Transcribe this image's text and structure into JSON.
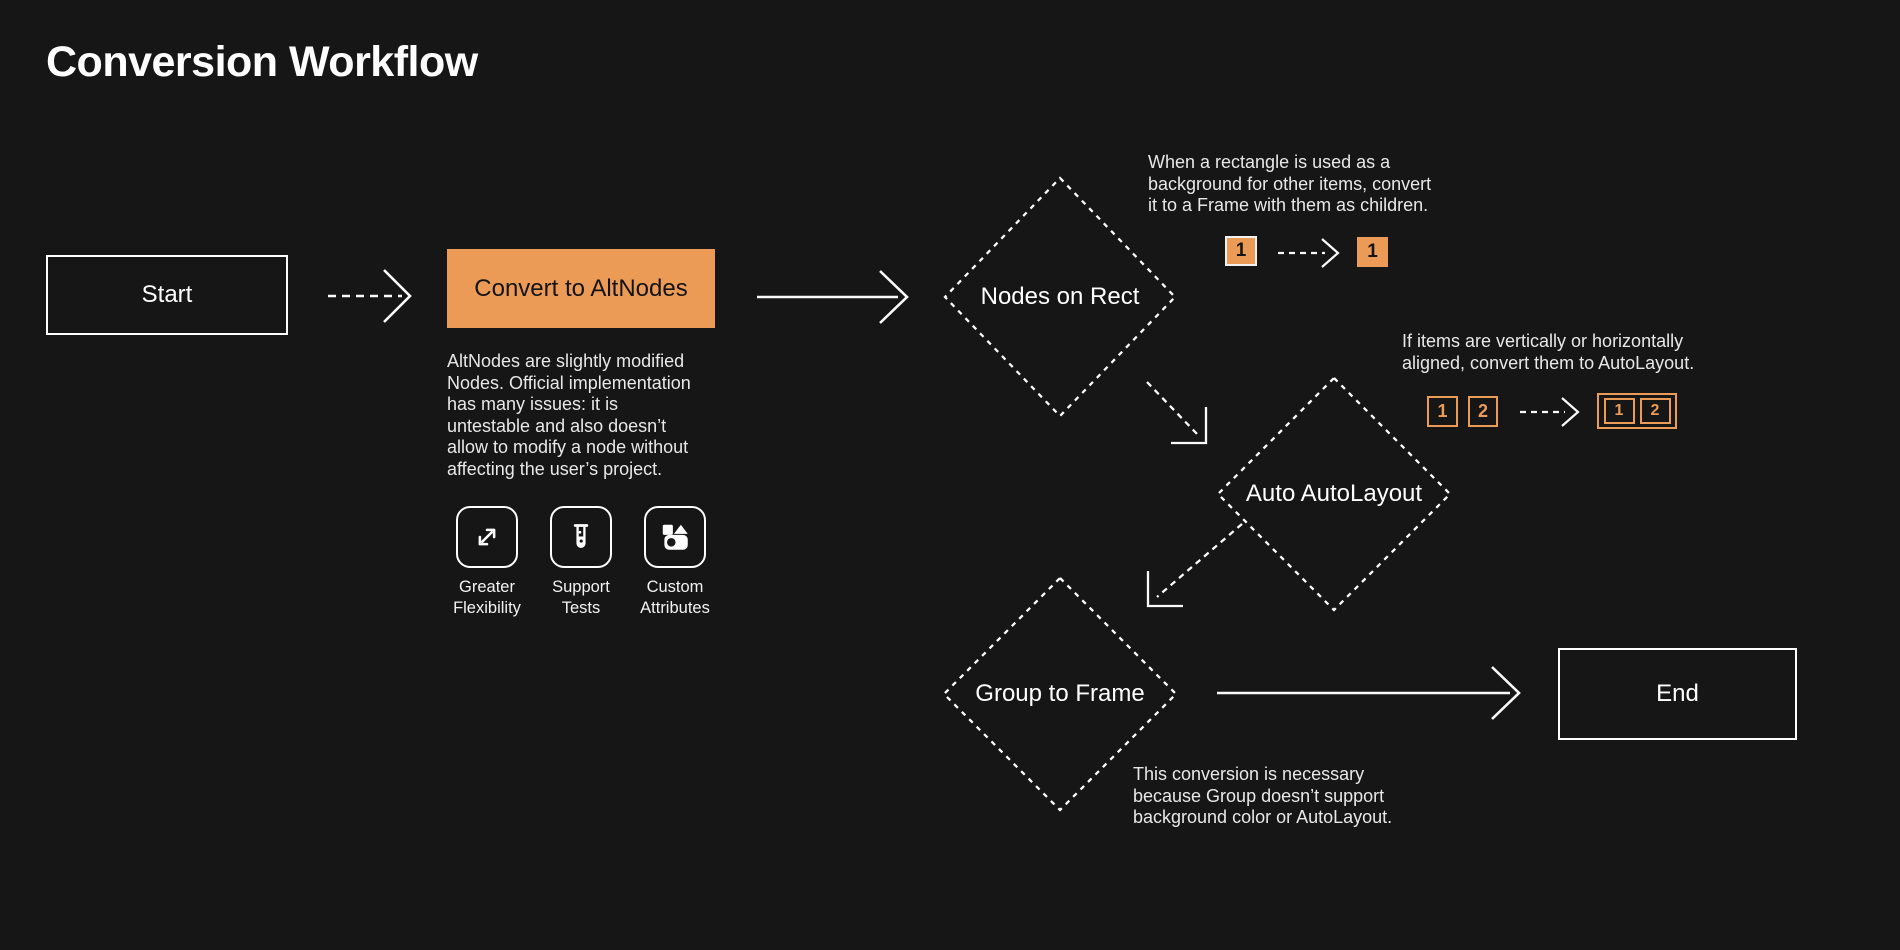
{
  "title": "Conversion Workflow",
  "colors": {
    "background": "#161616",
    "orange": "#EC9B57",
    "stroke": "#FFFFFF"
  },
  "flow": {
    "start": {
      "label": "Start"
    },
    "convert": {
      "label": "Convert to AltNodes",
      "description": "AltNodes are slightly modified\nNodes. Official implementation\nhas many issues: it is\nuntestable and also doesn’t\nallow to modify a node without\naffecting the user’s project."
    },
    "features": [
      {
        "icon": "expand-arrows-icon",
        "label": "Greater\nFlexibility"
      },
      {
        "icon": "test-tube-icon",
        "label": "Support\nTests"
      },
      {
        "icon": "shapes-icon",
        "label": "Custom\nAttributes"
      }
    ],
    "nodes_on_rect": {
      "label": "Nodes on Rect",
      "note": "When a rectangle is used as a\nbackground for other items, convert\nit to a Frame with them as children.",
      "example": {
        "before": "1",
        "after": "1"
      }
    },
    "auto_autolayout": {
      "label": "Auto AutoLayout",
      "note": "If items are vertically or horizontally\naligned, convert them to AutoLayout.",
      "example": {
        "before": [
          "1",
          "2"
        ],
        "after": [
          "1",
          "2"
        ]
      }
    },
    "group_to_frame": {
      "label": "Group to Frame",
      "note": "This conversion is necessary\nbecause Group doesn’t support\nbackground color or AutoLayout."
    },
    "end": {
      "label": "End"
    }
  }
}
